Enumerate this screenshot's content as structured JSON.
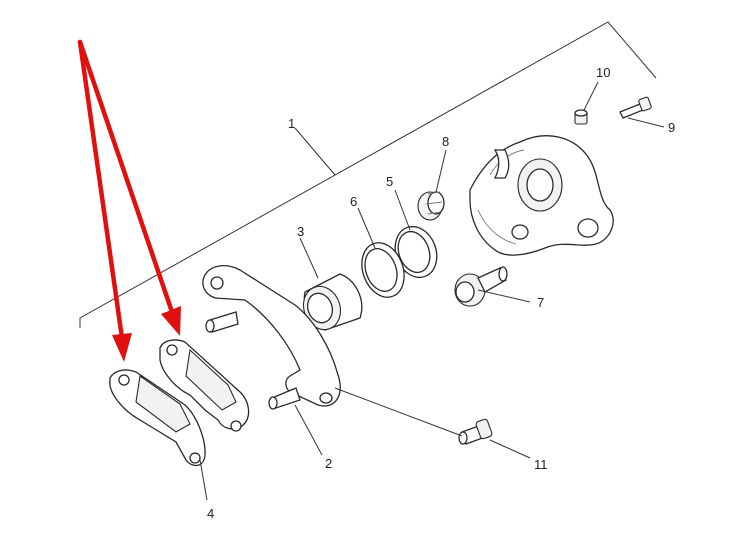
{
  "callouts": [
    {
      "id": "1",
      "label": "1"
    },
    {
      "id": "2",
      "label": "2"
    },
    {
      "id": "3",
      "label": "3"
    },
    {
      "id": "4",
      "label": "4"
    },
    {
      "id": "5",
      "label": "5"
    },
    {
      "id": "6",
      "label": "6"
    },
    {
      "id": "7",
      "label": "7"
    },
    {
      "id": "8",
      "label": "8"
    },
    {
      "id": "9",
      "label": "9"
    },
    {
      "id": "10",
      "label": "10"
    },
    {
      "id": "11",
      "label": "11"
    }
  ],
  "colors": {
    "line": "#2a2a2a",
    "highlight_arrow": "#e01010",
    "background": "#ffffff"
  },
  "annotations": {
    "arrow_count": 2,
    "arrow_target": "4"
  }
}
